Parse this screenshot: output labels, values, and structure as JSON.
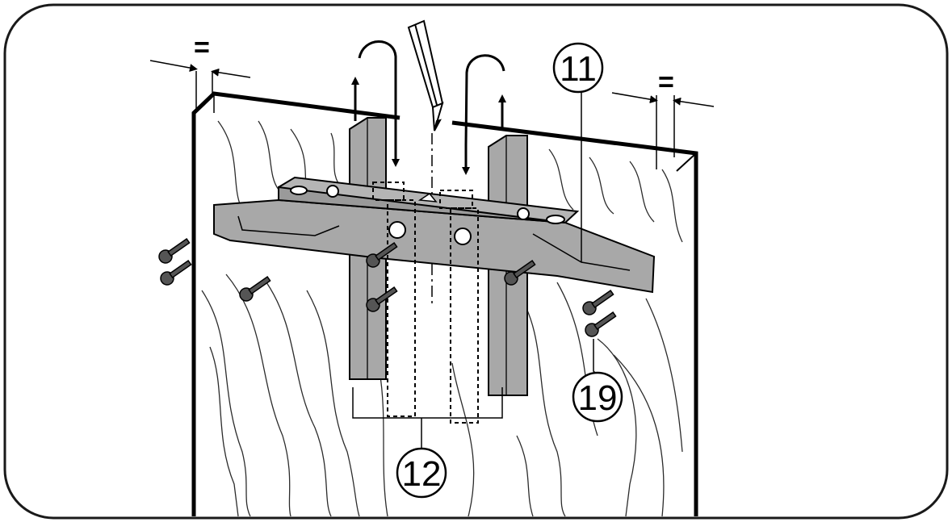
{
  "diagram": {
    "callouts": {
      "bracket": "11",
      "slides": "12",
      "screws": "19"
    },
    "equal_marks": {
      "left": "=",
      "right": "="
    },
    "icons": [
      "pencil-icon",
      "screw-icon",
      "arrow-up-icon",
      "arrow-down-icon"
    ],
    "colors": {
      "outline": "#1a1a1a",
      "metal": "#a8a8a8",
      "metal_dark": "#8c8c8c",
      "wood_lines": "#2b2b2b",
      "background": "#ffffff"
    }
  }
}
